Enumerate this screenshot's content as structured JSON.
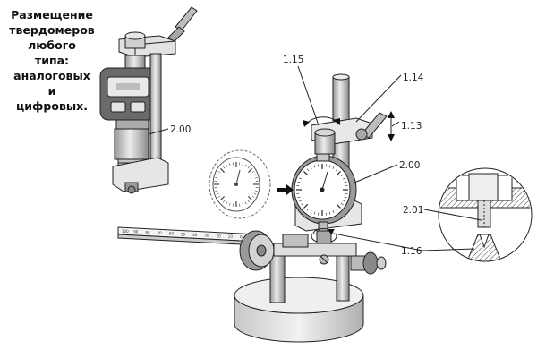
{
  "heading": {
    "lines": [
      "Размещение",
      "твердомеров",
      "любого",
      "типа:",
      "аналоговых",
      "и",
      "цифровых."
    ]
  },
  "labels": {
    "digital_gauge": "2.00",
    "knob": "1.15",
    "holder": "1.14",
    "handle": "1.13",
    "analog_gauge": "2.00",
    "indenter": "2.01",
    "anvil": "1.16"
  },
  "scale_marks": [
    "100",
    "90",
    "80",
    "70",
    "60",
    "50",
    "40",
    "30",
    "20",
    "10",
    "0"
  ],
  "colors": {
    "outline": "#222222",
    "metal_light": "#d8d8d8",
    "metal_mid": "#b8b8b8",
    "metal_dark": "#7a7a7a",
    "digital_body": "#6e6e6e",
    "lcd": "#e8e8e8",
    "pointer_arrow": "#111111"
  }
}
